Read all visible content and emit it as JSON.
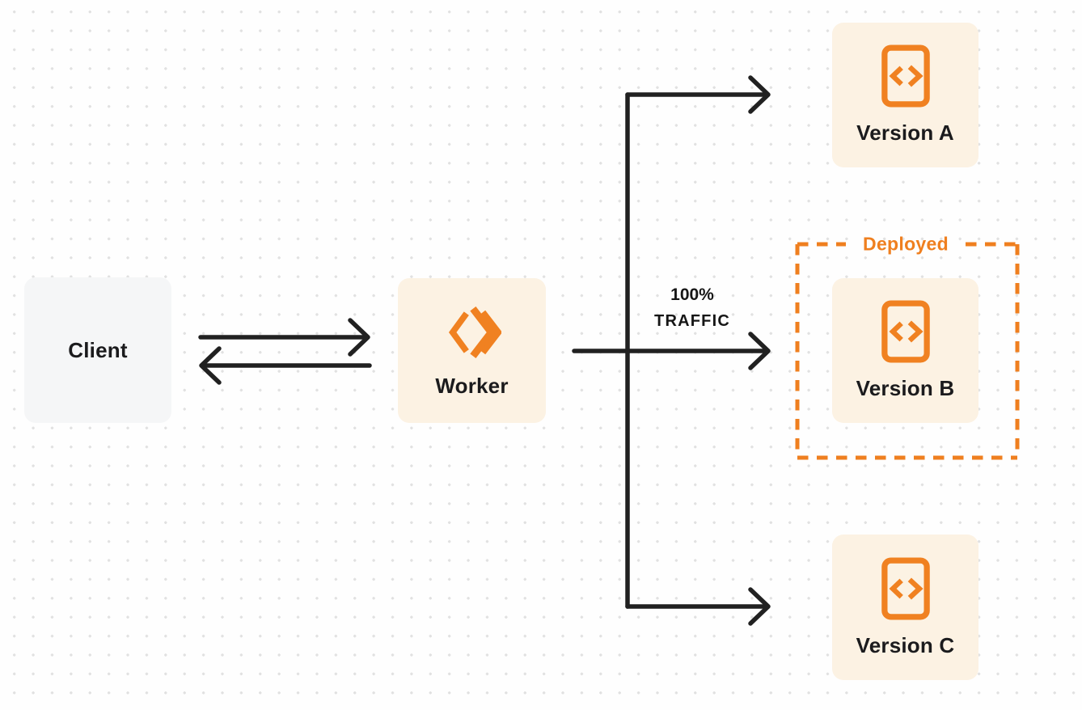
{
  "diagram": {
    "type": "traffic-routing-flow",
    "nodes": {
      "client": {
        "label": "Client"
      },
      "worker": {
        "label": "Worker"
      },
      "version_a": {
        "label": "Version A"
      },
      "version_b": {
        "label": "Version B"
      },
      "version_c": {
        "label": "Version C"
      }
    },
    "deployed_group": {
      "label": "Deployed",
      "contains": "version_b"
    },
    "traffic_annotation": {
      "line1": "100%",
      "line2": "TRAFFIC",
      "on_edge": "worker to version_b"
    },
    "edges": [
      {
        "from": "client",
        "to": "worker",
        "style": "arrow-right"
      },
      {
        "from": "worker",
        "to": "client",
        "style": "arrow-left"
      },
      {
        "from": "worker",
        "to": "version_a",
        "style": "arrow"
      },
      {
        "from": "worker",
        "to": "version_b",
        "style": "arrow",
        "label": "100% TRAFFIC"
      },
      {
        "from": "worker",
        "to": "version_c",
        "style": "arrow"
      }
    ],
    "icons": {
      "worker": "cloudflare-workers-icon",
      "version_a": "code-file-icon",
      "version_b": "code-file-icon",
      "version_c": "code-file-icon"
    },
    "colors": {
      "accent_orange": "#EF7F1F",
      "node_cream_bg": "#FCF2E3",
      "client_gray_bg": "#F5F6F7",
      "connector_dark": "#212121",
      "text_dark": "#1B1B1D",
      "page_background": "#FEFEFE",
      "dot_grid": "#E1E1E1"
    }
  }
}
